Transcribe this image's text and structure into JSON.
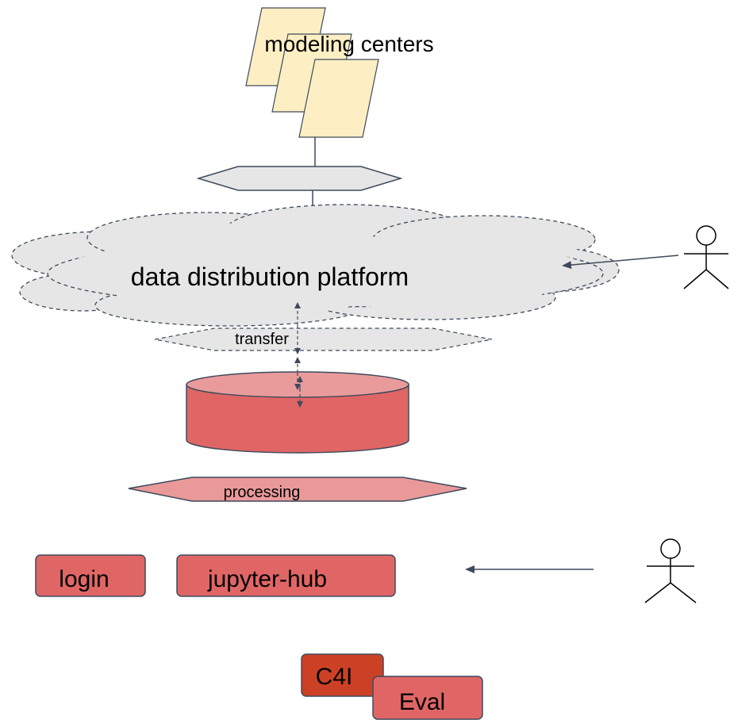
{
  "labels": {
    "modeling_centers": "modeling centers",
    "platform": "data distribution platform",
    "transfer": "transfer",
    "processing": "processing",
    "login": "login",
    "jupyter_hub": "jupyter-hub",
    "c4i": "C4I",
    "eval": "Eval"
  },
  "colors": {
    "paper_fill": "#fdefc3",
    "gray_fill": "#e6e6e6",
    "outline": "#3e4a5c",
    "storage_fill": "#e06666",
    "storage_top": "#e99b9b",
    "processing_fill": "#ea9999",
    "box_fill": "#e06666",
    "c4i_fill": "#cc4125"
  },
  "icons": [
    "stick-figure-icon",
    "stick-figure-icon"
  ]
}
